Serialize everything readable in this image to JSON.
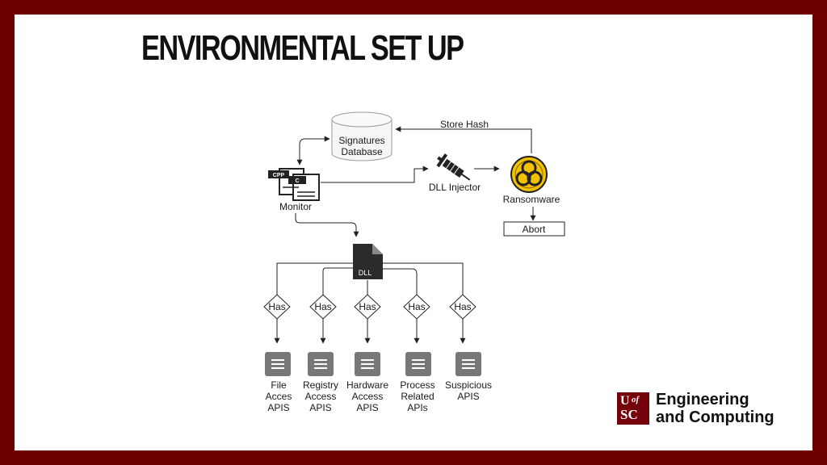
{
  "slide": {
    "title": "ENVIRONMENTAL SET UP"
  },
  "diagram": {
    "database_label_1": "Signatures",
    "database_label_2": "Database",
    "store_hash": "Store Hash",
    "monitor": "Monitor",
    "monitor_icon_cpp": "CPP",
    "monitor_icon_c": "C",
    "dll_injector": "DLL Injector",
    "ransomware": "Ransomware",
    "abort": "Abort",
    "dll_icon_label": "DLL",
    "decision_label": "Has",
    "apis": [
      {
        "lines": [
          "File",
          "Acces",
          "APIS"
        ]
      },
      {
        "lines": [
          "Registry",
          "Access",
          "APIS"
        ]
      },
      {
        "lines": [
          "Hardware",
          "Access",
          "APIS"
        ]
      },
      {
        "lines": [
          "Process",
          "Related",
          "APIs"
        ]
      },
      {
        "lines": [
          "Suspicious",
          "APIS"
        ]
      }
    ]
  },
  "logo": {
    "mark_u": "U",
    "mark_of": "of",
    "mark_sc": "SC",
    "line1": "Engineering",
    "line2": "and Computing"
  },
  "colors": {
    "frame": "#6f0000",
    "logo_mark": "#73000a",
    "hazard_yellow": "#f2c200",
    "doc_gray": "#777777"
  }
}
